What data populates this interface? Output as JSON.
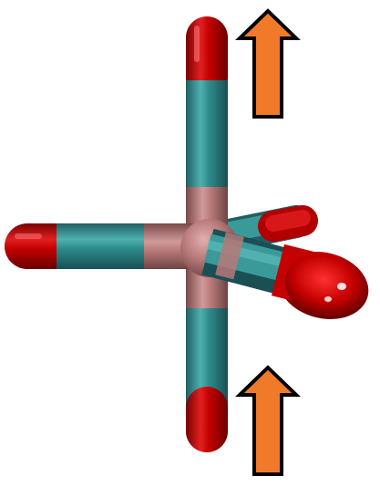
{
  "diagram": {
    "subject": "molecular-bond-model",
    "colors": {
      "background": "#ffffff",
      "end_cap": "#c40000",
      "bond_segment": "#2e8b8b",
      "center_atom": "#b87878",
      "arrow_fill": "#f07a2a",
      "arrow_outline": "#000000"
    },
    "bonds": [
      {
        "name": "bond-up",
        "direction": "up"
      },
      {
        "name": "bond-down",
        "direction": "down"
      },
      {
        "name": "bond-left",
        "direction": "left"
      },
      {
        "name": "bond-front-right",
        "direction": "front-right"
      },
      {
        "name": "bond-back-right",
        "direction": "back-right"
      }
    ],
    "arrows": [
      {
        "name": "arrow-upper",
        "points": "up"
      },
      {
        "name": "arrow-lower",
        "points": "up"
      }
    ]
  }
}
